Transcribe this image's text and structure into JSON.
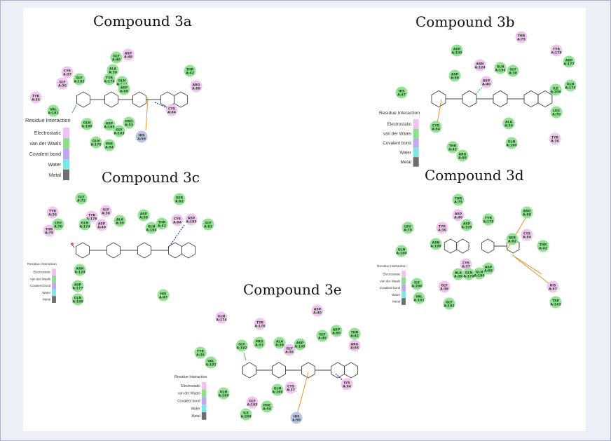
{
  "colors": {
    "vdw": "#8ee08e",
    "electrostatic": "#f0c2ef",
    "covalent": "#c0a8f0",
    "metal": "#bac0e6",
    "bond": "#444444",
    "pi_bond": "#e58a1a",
    "hbond_dash": "#3a3a8a",
    "green_dash": "#33bb55"
  },
  "legend": {
    "title": "Residue Interaction",
    "items": [
      "Electrostatic",
      "van der Waals",
      "Covalent bond",
      "Water",
      "Metal"
    ]
  },
  "panels": [
    {
      "title": "Compound 3a",
      "residues": [
        {
          "label": "GLY A:48",
          "type": "vdw"
        },
        {
          "label": "ASP A:48",
          "type": "electrostatic"
        },
        {
          "label": "CYS A:37",
          "type": "electrostatic"
        },
        {
          "label": "GLY A:192",
          "type": "vdw"
        },
        {
          "label": "GLY A:36",
          "type": "electrostatic"
        },
        {
          "label": "ALA A:39",
          "type": "vdw"
        },
        {
          "label": "TYR A:178",
          "type": "vdw"
        },
        {
          "label": "GLN A:174",
          "type": "vdw"
        },
        {
          "label": "ASP A:88",
          "type": "vdw"
        },
        {
          "label": "THR A:42",
          "type": "vdw"
        },
        {
          "label": "ARG A:88",
          "type": "electrostatic"
        },
        {
          "label": "TYR A:36",
          "type": "electrostatic"
        },
        {
          "label": "VAL A:191",
          "type": "vdw"
        },
        {
          "label": "CYS A:84",
          "type": "electrostatic"
        },
        {
          "label": "GLN A:190",
          "type": "vdw"
        },
        {
          "label": "ASP A:195",
          "type": "vdw"
        },
        {
          "label": "PRO A:53",
          "type": "vdw"
        },
        {
          "label": "GLY A:193",
          "type": "vdw"
        },
        {
          "label": "HIS A:50",
          "type": "metal"
        },
        {
          "label": "GLN A:176",
          "type": "vdw"
        },
        {
          "label": "PHE A:54",
          "type": "vdw"
        }
      ]
    },
    {
      "title": "Compound 3b",
      "residues": [
        {
          "label": "THR A:75",
          "type": "electrostatic"
        },
        {
          "label": "ASP A:195",
          "type": "vdw"
        },
        {
          "label": "TYR A:178",
          "type": "electrostatic"
        },
        {
          "label": "ASP A:177",
          "type": "vdw"
        },
        {
          "label": "ASN A:124",
          "type": "electrostatic"
        },
        {
          "label": "GLN A:196",
          "type": "vdw"
        },
        {
          "label": "GLY A:38",
          "type": "vdw"
        },
        {
          "label": "ASP A:88",
          "type": "vdw"
        },
        {
          "label": "ASP A:40",
          "type": "electrostatic"
        },
        {
          "label": "ILE A:200",
          "type": "vdw"
        },
        {
          "label": "GLN A:174",
          "type": "vdw"
        },
        {
          "label": "HIS A:47",
          "type": "vdw"
        },
        {
          "label": "LEU A:70",
          "type": "vdw"
        },
        {
          "label": "CYS A:84",
          "type": "vdw"
        },
        {
          "label": "ALA A:39",
          "type": "vdw"
        },
        {
          "label": "TYR A:36",
          "type": "electrostatic"
        },
        {
          "label": "THR A:42",
          "type": "vdw"
        },
        {
          "label": "ARG A:88",
          "type": "vdw"
        },
        {
          "label": "GLN A:190",
          "type": "vdw"
        }
      ]
    },
    {
      "title": "Compound 3c",
      "residues": [
        {
          "label": "GLY A:72",
          "type": "vdw"
        },
        {
          "label": "SER A:82",
          "type": "vdw"
        },
        {
          "label": "TYR A:36",
          "type": "electrostatic"
        },
        {
          "label": "TYR A:178",
          "type": "electrostatic"
        },
        {
          "label": "GLY A:38",
          "type": "electrostatic"
        },
        {
          "label": "LEU A:70",
          "type": "vdw"
        },
        {
          "label": "GLN A:174",
          "type": "vdw"
        },
        {
          "label": "ASP A:40",
          "type": "electrostatic"
        },
        {
          "label": "ALA A:39",
          "type": "vdw"
        },
        {
          "label": "ASP A:88",
          "type": "vdw"
        },
        {
          "label": "THR A:42",
          "type": "vdw"
        },
        {
          "label": "CYS A:84",
          "type": "electrostatic"
        },
        {
          "label": "ASP A:195",
          "type": "electrostatic"
        },
        {
          "label": "GLY A:83",
          "type": "vdw"
        },
        {
          "label": "THR A:75",
          "type": "electrostatic"
        },
        {
          "label": "GLN A:196",
          "type": "vdw"
        },
        {
          "label": "ASN A:124",
          "type": "vdw"
        },
        {
          "label": "ASP A:177",
          "type": "vdw"
        },
        {
          "label": "GLN A:190",
          "type": "vdw"
        },
        {
          "label": "HIS A:47",
          "type": "vdw"
        }
      ]
    },
    {
      "title": "Compound 3d",
      "residues": [
        {
          "label": "THR A:75",
          "type": "vdw"
        },
        {
          "label": "ASP A:40",
          "type": "electrostatic"
        },
        {
          "label": "ARG A:88",
          "type": "vdw"
        },
        {
          "label": "LEU A:70",
          "type": "vdw"
        },
        {
          "label": "TYR A:36",
          "type": "electrostatic"
        },
        {
          "label": "ASP A:195",
          "type": "vdw"
        },
        {
          "label": "TYR A:178",
          "type": "vdw"
        },
        {
          "label": "SER A:82",
          "type": "vdw"
        },
        {
          "label": "CYS A:84",
          "type": "electrostatic"
        },
        {
          "label": "ASN A:199",
          "type": "vdw"
        },
        {
          "label": "THR A:42",
          "type": "vdw"
        },
        {
          "label": "GLN A:190",
          "type": "vdw"
        },
        {
          "label": "CYS A:37",
          "type": "electrostatic"
        },
        {
          "label": "ALA A:39",
          "type": "vdw"
        },
        {
          "label": "GLN A:174",
          "type": "vdw"
        },
        {
          "label": "GLN A:196",
          "type": "vdw"
        },
        {
          "label": "ASP A:88",
          "type": "vdw"
        },
        {
          "label": "ILE A:200",
          "type": "vdw"
        },
        {
          "label": "GLY A:38",
          "type": "electrostatic"
        },
        {
          "label": "VAL A:191",
          "type": "vdw"
        },
        {
          "label": "HIS A:47",
          "type": "electrostatic"
        },
        {
          "label": "GLY A:192",
          "type": "vdw"
        },
        {
          "label": "TRP A:243",
          "type": "vdw"
        }
      ]
    },
    {
      "title": "Compound 3e",
      "residues": [
        {
          "label": "ASP A:40",
          "type": "electrostatic"
        },
        {
          "label": "GLN A:174",
          "type": "electrostatic"
        },
        {
          "label": "TYR A:178",
          "type": "electrostatic"
        },
        {
          "label": "GLY A:49",
          "type": "vdw"
        },
        {
          "label": "ASP A:88",
          "type": "vdw"
        },
        {
          "label": "THR A:42",
          "type": "vdw"
        },
        {
          "label": "ARG A:88",
          "type": "electrostatic"
        },
        {
          "label": "GLY A:192",
          "type": "vdw"
        },
        {
          "label": "PRO A:53",
          "type": "vdw"
        },
        {
          "label": "ALA A:39",
          "type": "vdw"
        },
        {
          "label": "ASP A:195",
          "type": "vdw"
        },
        {
          "label": "GLY A:38",
          "type": "electrostatic"
        },
        {
          "label": "TYR A:36",
          "type": "vdw"
        },
        {
          "label": "VAL A:191",
          "type": "vdw"
        },
        {
          "label": "LYS A:84",
          "type": "electrostatic"
        },
        {
          "label": "CYS A:37",
          "type": "electrostatic"
        },
        {
          "label": "GLN A:196",
          "type": "vdw"
        },
        {
          "label": "GLN A:190",
          "type": "vdw"
        },
        {
          "label": "GLY A:193",
          "type": "electrostatic"
        },
        {
          "label": "PHE A:54",
          "type": "vdw"
        },
        {
          "label": "ILE A:200",
          "type": "vdw"
        },
        {
          "label": "HIS A:50",
          "type": "metal"
        }
      ]
    }
  ]
}
